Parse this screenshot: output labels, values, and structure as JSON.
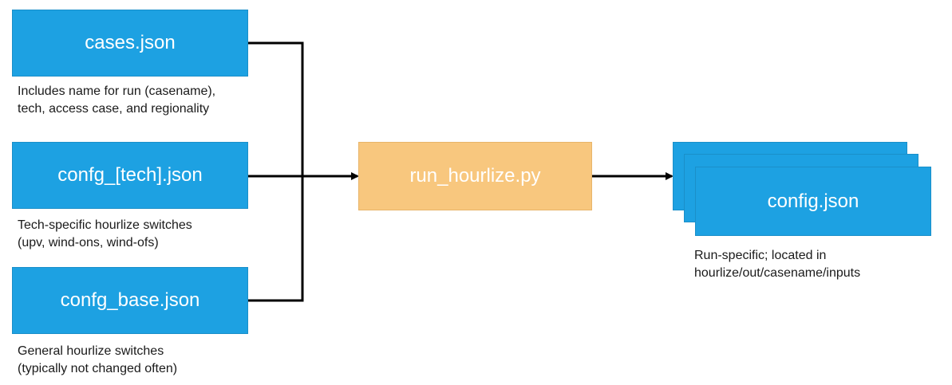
{
  "colors": {
    "input_box": "#1da1e2",
    "process_box": "#f8c77e",
    "connector": "#000000",
    "box_text": "#ffffff",
    "note_text": "#1a1a1a"
  },
  "inputs": [
    {
      "label": "cases.json",
      "note": [
        "Includes name for run (casename),",
        "tech, access case, and regionality"
      ]
    },
    {
      "label": "confg_[tech].json",
      "note": [
        "Tech-specific hourlize switches",
        "(upv, wind-ons, wind-ofs)"
      ]
    },
    {
      "label": "confg_base.json",
      "note": [
        "General hourlize switches",
        "(typically not changed often)"
      ]
    }
  ],
  "process": {
    "label": "run_hourlize.py"
  },
  "output": {
    "label": "config.json",
    "note": [
      "Run-specific; located in",
      "hourlize/out/casename/inputs"
    ]
  }
}
